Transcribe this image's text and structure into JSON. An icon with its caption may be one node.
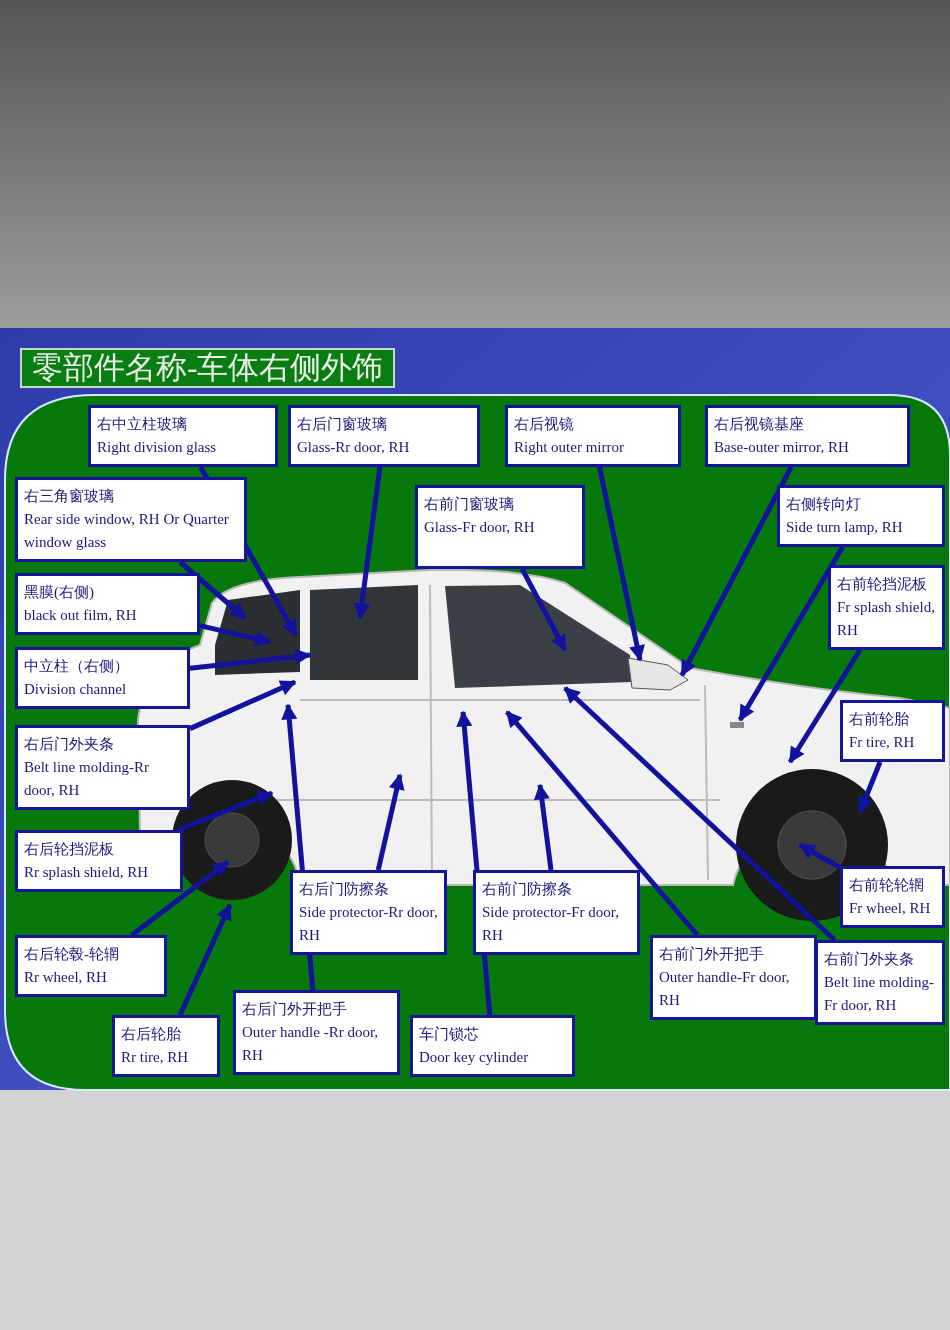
{
  "diagram": {
    "title": "零部件名称-车体右侧外饰",
    "nodes": [
      {
        "text": [
          "右中立柱玻璃",
          "Right division glass"
        ]
      },
      {
        "text": [
          "右后门窗玻璃",
          "Glass-Rr door, RH"
        ]
      },
      {
        "text": [
          "右后视镜",
          "Right outer mirror"
        ]
      },
      {
        "text": [
          "右后视镜基座",
          "Base-outer mirror, RH"
        ]
      },
      {
        "text": [
          "右三角窗玻璃",
          "Rear side window, RH Or Quarter window glass"
        ]
      },
      {
        "text": [
          "右前门窗玻璃",
          "Glass-Fr door, RH"
        ]
      },
      {
        "text": [
          "右侧转向灯",
          "Side turn lamp, RH"
        ]
      },
      {
        "text": [
          "黑膜(右侧)",
          "black out film, RH"
        ]
      },
      {
        "text": [
          "右前轮挡泥板",
          "Fr splash shield, RH"
        ]
      },
      {
        "text": [
          "中立柱（右侧）",
          "Division channel"
        ]
      },
      {
        "text": [
          "右前轮胎",
          "Fr tire, RH"
        ]
      },
      {
        "text": [
          "右后门外夹条",
          "Belt line molding-Rr door, RH"
        ]
      },
      {
        "text": [
          "右后轮挡泥板",
          "Rr splash shield, RH"
        ]
      },
      {
        "text": [
          "右前轮轮辋",
          "Fr wheel, RH"
        ]
      },
      {
        "text": [
          "右后门防擦条",
          "Side protector-Rr door, RH"
        ]
      },
      {
        "text": [
          "右前门防擦条",
          "Side protector-Fr door, RH"
        ]
      },
      {
        "text": [
          "右后轮毂-轮辋",
          "Rr wheel, RH"
        ]
      },
      {
        "text": [
          "右前门外开把手",
          "Outer handle-Fr door, RH"
        ]
      },
      {
        "text": [
          "右前门外夹条",
          "Belt line molding-Fr door, RH"
        ]
      },
      {
        "text": [
          "右后轮胎",
          "Rr tire, RH"
        ]
      },
      {
        "text": [
          "右后门外开把手",
          "Outer handle -Rr door, RH"
        ]
      },
      {
        "text": [
          "车门锁芯",
          "Door key cylinder"
        ]
      }
    ],
    "edges": [
      {
        "from": 0,
        "to": null,
        "arrow": "to"
      },
      {
        "from": 1,
        "to": null,
        "arrow": "to"
      },
      {
        "from": 2,
        "to": null,
        "arrow": "to"
      },
      {
        "from": 3,
        "to": null,
        "arrow": "to"
      },
      {
        "from": 4,
        "to": null,
        "arrow": "to"
      },
      {
        "from": 5,
        "to": null,
        "arrow": "to"
      },
      {
        "from": 6,
        "to": null,
        "arrow": "to"
      },
      {
        "from": 7,
        "to": null,
        "arrow": "to"
      },
      {
        "from": 8,
        "to": null,
        "arrow": "to"
      },
      {
        "from": 9,
        "to": null,
        "arrow": "to"
      },
      {
        "from": 10,
        "to": null,
        "arrow": "to"
      },
      {
        "from": 11,
        "to": null,
        "arrow": "to"
      },
      {
        "from": 12,
        "to": null,
        "arrow": "to"
      },
      {
        "from": 13,
        "to": null,
        "arrow": "to"
      },
      {
        "from": 14,
        "to": null,
        "arrow": "to"
      },
      {
        "from": 15,
        "to": null,
        "arrow": "to"
      },
      {
        "from": 16,
        "to": null,
        "arrow": "to"
      },
      {
        "from": 17,
        "to": null,
        "arrow": "to"
      },
      {
        "from": 18,
        "to": null,
        "arrow": "to"
      },
      {
        "from": 19,
        "to": null,
        "arrow": "to"
      },
      {
        "from": 20,
        "to": null,
        "arrow": "to"
      },
      {
        "from": 21,
        "to": null,
        "arrow": "to"
      }
    ]
  }
}
